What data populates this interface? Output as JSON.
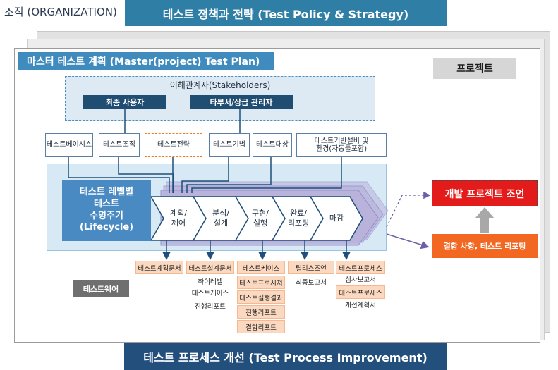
{
  "organization_label": "조직 (ORGANIZATION)",
  "policy_title": "테스트 정책과 전략 (Test Policy & Strategy)",
  "master_plan_title": "마스터 테스트 계획 (Master(project) Test Plan)",
  "project_label": "프로젝트",
  "stakeholders": {
    "title": "이해관계자(Stakeholders)",
    "groups": [
      "최종 사용자",
      "타부서/상급 관리자"
    ]
  },
  "plan_items": [
    "테스트베이시스",
    "테스트조직",
    "테스트전략",
    "테스트기법",
    "테스트대상",
    "테스트기반설비 및",
    "환경(자동툴포함)"
  ],
  "lifecycle": {
    "line1": "테스트 레벨별",
    "line2": "테스트",
    "line3": "수명주기",
    "line4": "(Lifecycle)"
  },
  "phases": [
    {
      "l1": "계획/",
      "l2": "제어"
    },
    {
      "l1": "분석/",
      "l2": "설계"
    },
    {
      "l1": "구현/",
      "l2": "실행"
    },
    {
      "l1": "완료/",
      "l2": "리포팅"
    },
    {
      "l1": "마감",
      "l2": ""
    }
  ],
  "dev_project_label": "개발 프로젝트 조언",
  "defect_report_label": "결함 사항, 테스트 리포팅",
  "testware_label": "테스트웨어",
  "deliverables": {
    "col1": [
      "테스트계획문서"
    ],
    "col2": [
      "테스트설계문서",
      "하이레벨",
      "테스트케이스",
      "진행리포트"
    ],
    "col3": [
      "테스트케이스",
      "테스트프로시져",
      "테스트실행결과",
      "진행리포트",
      "결함리포트"
    ],
    "col4": [
      "릴리스조언",
      "최종보고서"
    ],
    "col5": [
      "테스트프로세스",
      "심사보고서",
      "테스트프로세스",
      "개선계획서"
    ]
  },
  "improvement_title": "테스트 프로세스 개선 (Test Process Improvement)",
  "colors": {
    "policy": "#2f7ea5",
    "master": "#3f8bbd",
    "lifecycle_label": "#4a8ac2",
    "dev_project": "#e41b1b",
    "defect": "#f26722",
    "improvement": "#234f7d",
    "deliverable_fill": "#fbd9c0"
  }
}
